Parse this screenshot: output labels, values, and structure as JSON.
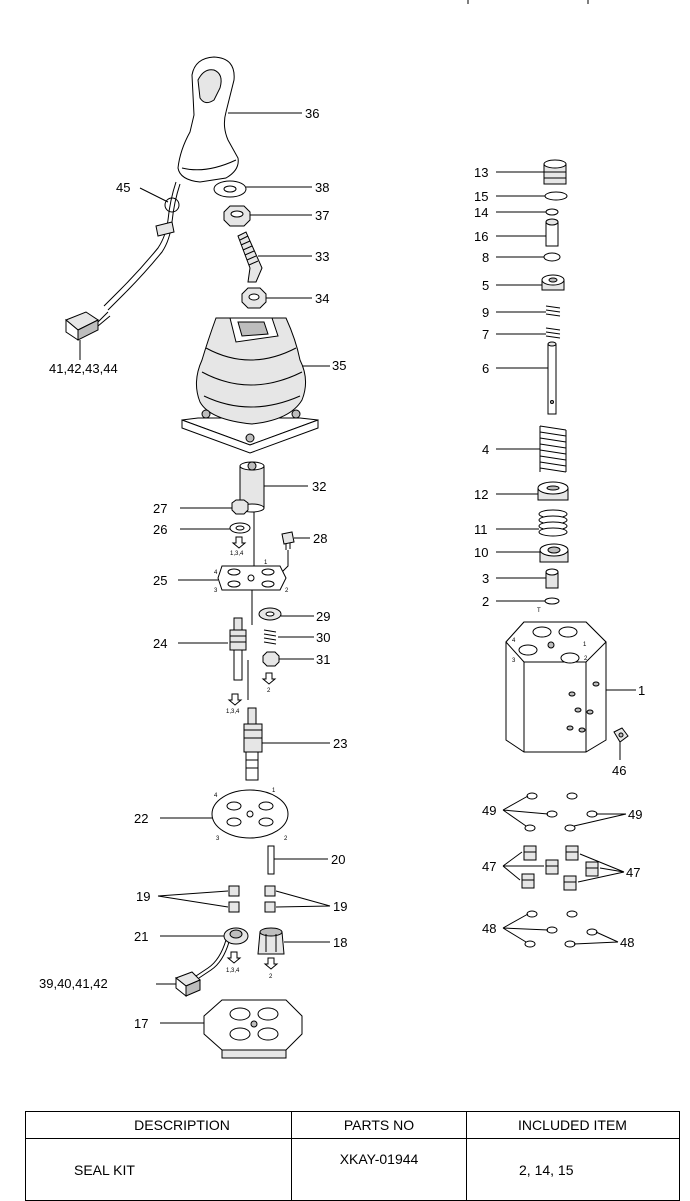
{
  "labels": {
    "l1": "1",
    "l2": "2",
    "l3": "3",
    "l4": "4",
    "l5": "5",
    "l6": "6",
    "l7": "7",
    "l8": "8",
    "l9": "9",
    "l10": "10",
    "l11": "11",
    "l12": "12",
    "l13": "13",
    "l14": "14",
    "l15": "15",
    "l16": "16",
    "l17": "17",
    "l18": "18",
    "l19a": "19",
    "l19b": "19",
    "l20": "20",
    "l21": "21",
    "l22": "22",
    "l23": "23",
    "l24": "24",
    "l25": "25",
    "l26": "26",
    "l27": "27",
    "l28": "28",
    "l29": "29",
    "l30": "30",
    "l31": "31",
    "l32": "32",
    "l33": "33",
    "l34": "34",
    "l35": "35",
    "l36": "36",
    "l37": "37",
    "l38": "38",
    "l39": "39,40,41,42",
    "l41": "41,42,43,44",
    "l45": "45",
    "l46": "46",
    "l47a": "47",
    "l47b": "47",
    "l48a": "48",
    "l48b": "48",
    "l49a": "49",
    "l49b": "49"
  },
  "notes": {
    "n134a": "1,3,4",
    "n134b": "1,3,4",
    "n134c": "1,3,4",
    "n2a": "2",
    "n2b": "2",
    "p25_1": "1",
    "p25_2": "2",
    "p25_3": "3",
    "p25_4": "4",
    "p22_1": "1",
    "p22_2": "2",
    "p22_3": "3",
    "p22_4": "4",
    "b_1": "1",
    "b_2": "2",
    "b_3": "3",
    "b_4": "4",
    "b_t": "T"
  },
  "table": {
    "headers": [
      "DESCRIPTION",
      "PARTS NO",
      "INCLUDED ITEM"
    ],
    "rows": [
      {
        "description": "SEAL KIT",
        "parts_no": "XKAY-01944",
        "included": "2, 14, 15"
      }
    ]
  }
}
